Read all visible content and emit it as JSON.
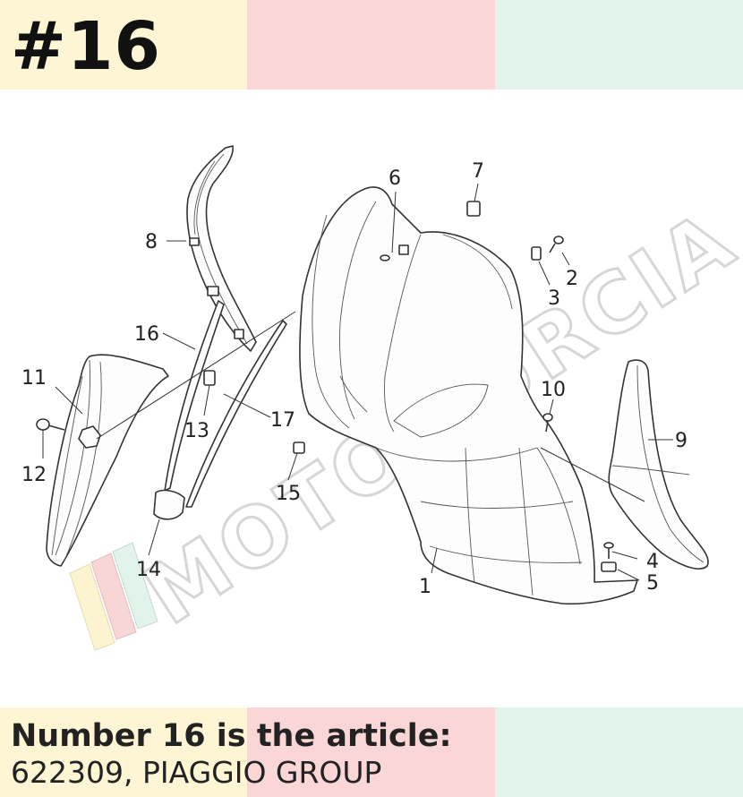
{
  "header": {
    "title": "#16",
    "colors": [
      "#fdf5d3",
      "#fbd6d6",
      "#e2f3ec"
    ]
  },
  "watermark": {
    "text": "MOTOMURCIA"
  },
  "diagram": {
    "callouts": [
      "1",
      "2",
      "3",
      "4",
      "5",
      "6",
      "7",
      "8",
      "9",
      "10",
      "11",
      "12",
      "13",
      "14",
      "15",
      "16",
      "17"
    ]
  },
  "caption": {
    "heading": "Number 16 is the article:",
    "subtitle": "622309, PIAGGIO GROUP"
  }
}
